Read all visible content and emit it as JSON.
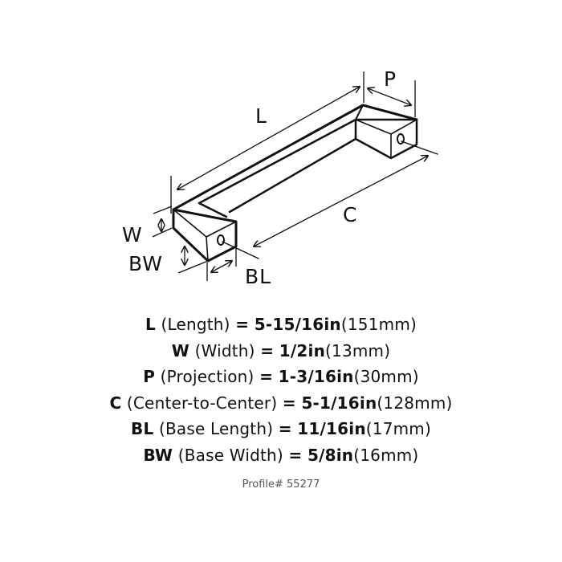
{
  "diagram": {
    "labels": {
      "L": "L",
      "P": "P",
      "C": "C",
      "W": "W",
      "BW": "BW",
      "BL": "BL"
    }
  },
  "specs": [
    {
      "code": "L",
      "name": "(Length)",
      "eq": "=",
      "imperial": "5-15/16in",
      "metric": "(151mm)"
    },
    {
      "code": "W",
      "name": "(Width)",
      "eq": "=",
      "imperial": "1/2in",
      "metric": "(13mm)"
    },
    {
      "code": "P",
      "name": "(Projection)",
      "eq": "=",
      "imperial": "1-3/16in",
      "metric": "(30mm)"
    },
    {
      "code": "C",
      "name": "(Center-to-Center)",
      "eq": "=",
      "imperial": "5-1/16in",
      "metric": "(128mm)"
    },
    {
      "code": "BL",
      "name": "(Base Length)",
      "eq": "=",
      "imperial": "11/16in",
      "metric": "(17mm)"
    },
    {
      "code": "BW",
      "name": "(Base Width)",
      "eq": "=",
      "imperial": "5/8in",
      "metric": "(16mm)"
    }
  ],
  "profile": "Profile# 55277"
}
